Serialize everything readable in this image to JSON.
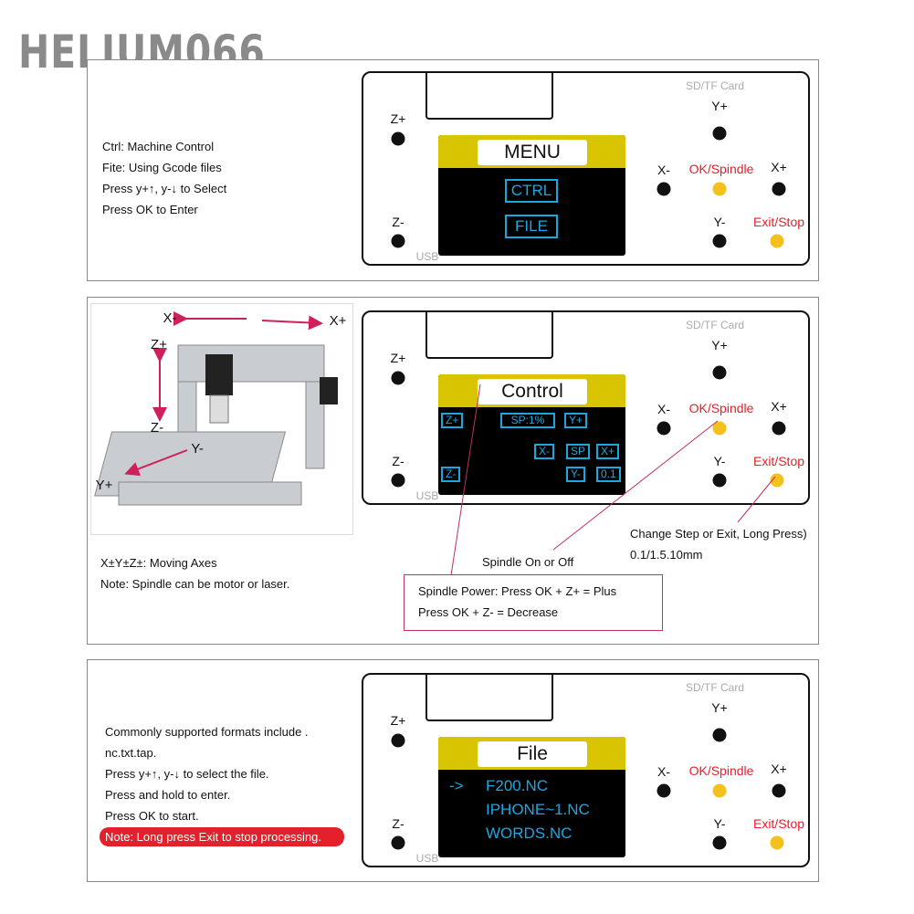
{
  "watermark": "HELIUM066",
  "board": {
    "sd_card": "SD/TF Card",
    "usb": "USB",
    "z_plus": "Z+",
    "z_minus": "Z-",
    "y_plus": "Y+",
    "y_minus": "Y-",
    "x_minus": "X-",
    "x_plus": "X+",
    "ok": "OK/Spindle",
    "exit": "Exit/Stop"
  },
  "panel1": {
    "screen_title": "MENU",
    "menu": [
      "CTRL",
      "FILE"
    ],
    "notes": [
      "Ctrl: Machine Control",
      "Fite: Using Gcode files",
      "Press y+↑, y-↓ to Select",
      "Press OK to Enter"
    ]
  },
  "panel2": {
    "screen_title": "Control",
    "buttons": {
      "zp": "Z+",
      "sp1": "SP:1%",
      "yp": "Y+",
      "xm": "X-",
      "sp": "SP",
      "xp": "X+",
      "zm": "Z-",
      "ym": "Y-",
      "step": "0.1"
    },
    "machine_labels": {
      "xm": "X-",
      "xp": "X+",
      "zp": "Z+",
      "zm": "Z-",
      "y": "Y-",
      "yp": "Y+"
    },
    "notes": [
      "X±Y±Z±: Moving Axes",
      "Note: Spindle can be motor or laser."
    ],
    "spindle_onoff": "Spindle On or Off",
    "step_note": [
      "Change Step or Exit, Long Press)",
      "0.1/1.5.10mm"
    ],
    "power_note": [
      "Spindle Power: Press OK + Z+ = Plus",
      "Press OK + Z- = Decrease"
    ]
  },
  "panel3": {
    "screen_title": "File",
    "files": [
      "F200.NC",
      "IPHONE~1.NC",
      "WORDS.NC"
    ],
    "cursor": "->",
    "notes": [
      "Commonly supported formats include .",
      "nc.txt.tap.",
      "Press y+↑, y-↓ to select the file.",
      "Press and hold to enter.",
      "Press OK to start."
    ],
    "warning": "Note: Long press Exit to stop processing."
  }
}
